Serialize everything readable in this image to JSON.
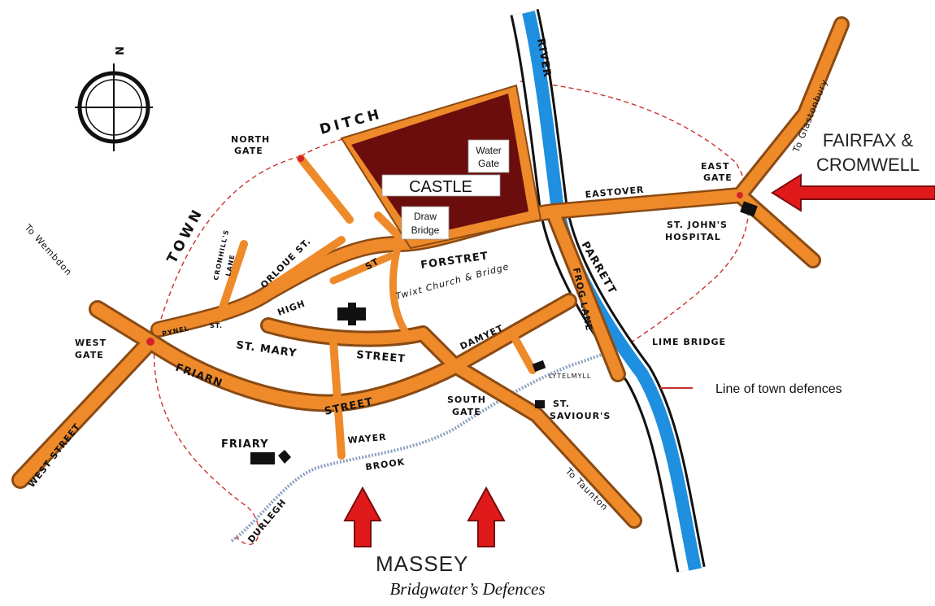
{
  "caption": "Bridgwater’s Defences",
  "compass": {
    "north_label": "N"
  },
  "armies": {
    "east": "FAIRFAX &",
    "east_line2": "CROMWELL",
    "south": "MASSEY"
  },
  "castle": {
    "title": "CASTLE",
    "water_gate_line1": "Water",
    "water_gate_line2": "Gate",
    "draw_bridge_line1": "Draw",
    "draw_bridge_line2": "Bridge"
  },
  "legend": {
    "town_defences": "Line of town defences"
  },
  "labels": {
    "town": "TOWN",
    "ditch": "DITCH",
    "river": "RIVER",
    "parrett": "PARRETT",
    "north_gate_1": "NORTH",
    "north_gate_2": "GATE",
    "west_gate_1": "WEST",
    "west_gate_2": "GATE",
    "east_gate_1": "EAST",
    "east_gate_2": "GATE",
    "south_gate_1": "SOUTH",
    "south_gate_2": "GATE",
    "eastover": "EASTOVER",
    "st_johns_1": "ST. JOHN'S",
    "st_johns_2": "HOSPITAL",
    "lime_bridge": "LIME BRIDGE",
    "frog_lane": "FROG LANE",
    "forstret": "FORSTRET",
    "twixt": "Twixt Church & Bridge",
    "orloue": "ORLOUE ST.",
    "high": "HIGH",
    "st": "ST",
    "cronhills": "CRONHILL'S",
    "lane": "LANE",
    "pynel": "PYNEL",
    "pynel_st": "ST.",
    "st_mary": "ST. MARY",
    "street": "STREET",
    "friarn": "FRIARN",
    "street2": "STREET",
    "damyet": "DAMYET",
    "lytelmyll": "LYTELMYLL",
    "st_saviours_1": "ST.",
    "st_saviours_2": "SAVIOUR'S",
    "friary": "FRIARY",
    "wayer": "WAYER",
    "brook": "BROOK",
    "durleigh": "DURLEGH",
    "west_street": "WEST STREET",
    "to_wembdon": "To Wembdon",
    "to_glastonbury": "To Glastonbury",
    "to_taunton": "To Taunton"
  },
  "colors": {
    "road": "#ee8a2a",
    "castle": "#6b0d0d",
    "river": "#1f8fe0",
    "defence_line": "#c8322e",
    "arrow": "#e01a1a"
  }
}
